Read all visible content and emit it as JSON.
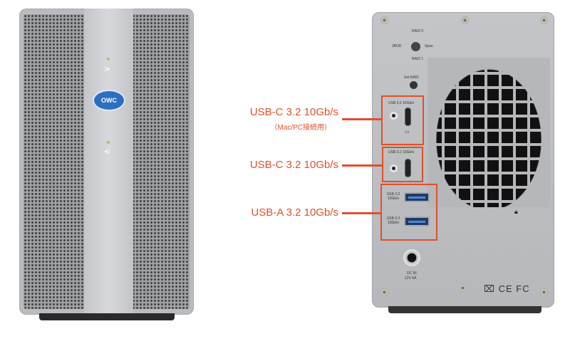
{
  "front_device": {
    "logo": "OWC"
  },
  "rear_device": {
    "raid_switch": {
      "top": "RAID 0",
      "left": "JBOD",
      "right": "Span",
      "bottom": "RAID 1"
    },
    "set_raid_label": "Set RAID",
    "port_labels": {
      "usbc_1": "USB 3.2 10Gb/s",
      "usbc_2": "USB 3.2 10Gb/s",
      "usba_1": "USB 3.2 10Gb/s",
      "usba_2": "USB 3.2 10Gb/s"
    },
    "dc_in": {
      "line1": "DC IN",
      "line2": "12V 6A"
    },
    "certifications": "CE FC"
  },
  "callouts": [
    {
      "title": "USB-C 3.2 10Gb/s",
      "subtitle": "（Mac/PC接続用）"
    },
    {
      "title": "USB-C 3.2 10Gb/s"
    },
    {
      "title": "USB-A 3.2 10Gb/s"
    }
  ],
  "colors": {
    "callout": "#e0502a",
    "chassis": "#b9bbbe"
  }
}
